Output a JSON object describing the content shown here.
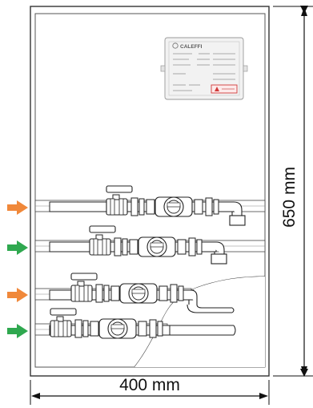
{
  "dimensions": {
    "height_label": "650 mm",
    "width_label": "400 mm"
  },
  "nameplate": {
    "brand": "CALEFFI"
  },
  "inlet_arrows": [
    {
      "color": "#f0883a",
      "kind": "hot"
    },
    {
      "color": "#2fa84f",
      "kind": "cold"
    },
    {
      "color": "#f0883a",
      "kind": "hot"
    },
    {
      "color": "#2fa84f",
      "kind": "cold"
    }
  ]
}
